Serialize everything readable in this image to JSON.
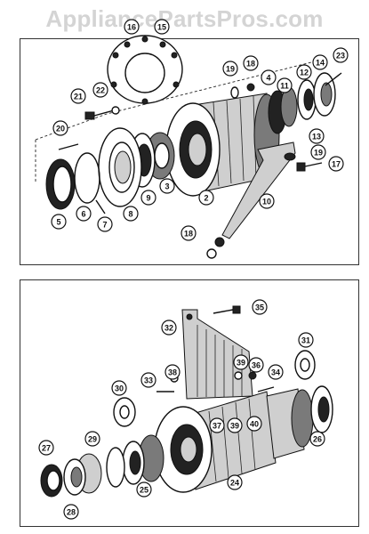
{
  "watermark": "AppliancePartsPros.com",
  "top_diagram": {
    "callouts": [
      "2",
      "3",
      "4",
      "5",
      "6",
      "7",
      "8",
      "9",
      "10",
      "11",
      "12",
      "13",
      "14",
      "15",
      "16",
      "17",
      "18",
      "19",
      "19",
      "18",
      "20",
      "21",
      "22",
      "23"
    ]
  },
  "bottom_diagram": {
    "callouts": [
      "24",
      "25",
      "26",
      "27",
      "28",
      "29",
      "30",
      "31",
      "32",
      "33",
      "34",
      "35",
      "36",
      "37",
      "38",
      "39",
      "39",
      "40"
    ]
  }
}
